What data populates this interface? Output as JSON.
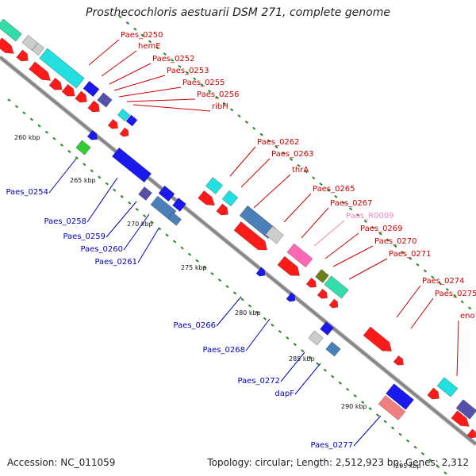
{
  "title": "Prosthecochloris aestuarii DSM 271, complete genome",
  "accession": "Accession: NC_011059",
  "summary": "Topology: circular; Length: 2,512,923 bp; Genes: 2,312",
  "colors": {
    "forward_label": "#cc0000",
    "reverse_label": "#0000bb",
    "rna_label": "#ee88bb",
    "cds": "#ff1a1a",
    "rna": "#ff69b4",
    "blue": "#1a1aee",
    "steel": "#4a7fb8",
    "cyan": "#22e0e0",
    "green": "#33cc33",
    "grey": "#cccccc",
    "purple": "#5550aa",
    "pink": "#f08080",
    "olive": "#6b7f1a",
    "teal": "#33ddaa",
    "backbone": "#808080",
    "ticks": "#228822"
  },
  "kbp_ticks": [
    {
      "label": "260 kbp"
    },
    {
      "label": "265 kbp"
    },
    {
      "label": "270 kbp"
    },
    {
      "label": "275 kbp"
    },
    {
      "label": "280 kbp"
    },
    {
      "label": "285 kbp"
    },
    {
      "label": "290 kbp"
    },
    {
      "label": "295 kbp"
    }
  ],
  "forward_labels": [
    {
      "text": "Paes_0250"
    },
    {
      "text": "hemE"
    },
    {
      "text": "Paes_0252"
    },
    {
      "text": "Paes_0253"
    },
    {
      "text": "Paes_0255"
    },
    {
      "text": "Paes_0256"
    },
    {
      "text": "ribH"
    },
    {
      "text": "Paes_0262"
    },
    {
      "text": "Paes_0263"
    },
    {
      "text": "thrA"
    },
    {
      "text": "Paes_0265"
    },
    {
      "text": "Paes_0267"
    },
    {
      "text": "Paes_R0009"
    },
    {
      "text": "Paes_0269"
    },
    {
      "text": "Paes_0270"
    },
    {
      "text": "Paes_0271"
    },
    {
      "text": "Paes_0274"
    },
    {
      "text": "Paes_0275"
    },
    {
      "text": "eno"
    }
  ],
  "reverse_labels": [
    {
      "text": "Paes_0254"
    },
    {
      "text": "Paes_0258"
    },
    {
      "text": "Paes_0259"
    },
    {
      "text": "Paes_0260"
    },
    {
      "text": "Paes_0261"
    },
    {
      "text": "Paes_0266"
    },
    {
      "text": "Paes_0268"
    },
    {
      "text": "Paes_0272"
    },
    {
      "text": "dapF"
    },
    {
      "text": "Paes_0277"
    }
  ]
}
